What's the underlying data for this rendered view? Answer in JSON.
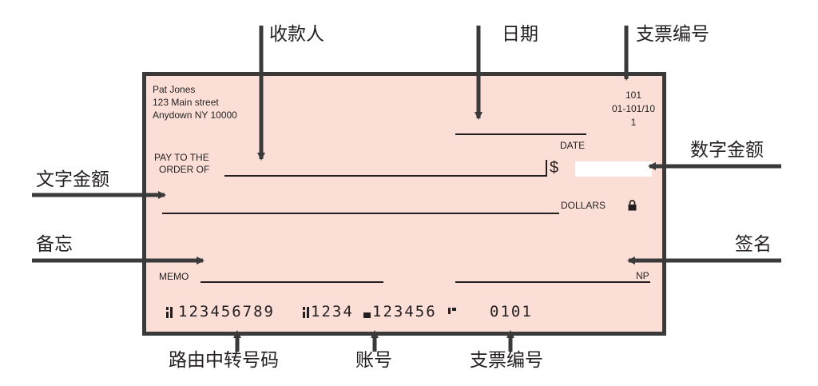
{
  "check": {
    "account_holder": {
      "name": "Pat Jones",
      "street": "123 Main street",
      "city": "Anydown NY 10000"
    },
    "check_number": "101",
    "fraction_code": "01-101/10",
    "fraction_sub": "1",
    "date_label": "DATE",
    "pay_to_line1": "PAY TO THE",
    "pay_to_line2": "ORDER OF",
    "dollar_sign": "$",
    "dollars_label": "DOLLARS",
    "memo_label": "MEMO",
    "np_label": "NP",
    "micr": {
      "routing": "123456789",
      "account": "1234",
      "account_suffix": "123456",
      "check_no": "0101"
    }
  },
  "callouts": {
    "payee": "收款人",
    "date": "日期",
    "check_number_top": "支票编号",
    "amount_numeric": "数字金额",
    "amount_words": "文字金额",
    "memo": "备忘",
    "signature": "签名",
    "routing_number": "路由中转号码",
    "account_number": "账号",
    "check_number_bottom": "支票编号"
  },
  "colors": {
    "check_fill": "#fbdfd6",
    "border": "#3a3a3a",
    "ink": "#231f20"
  }
}
